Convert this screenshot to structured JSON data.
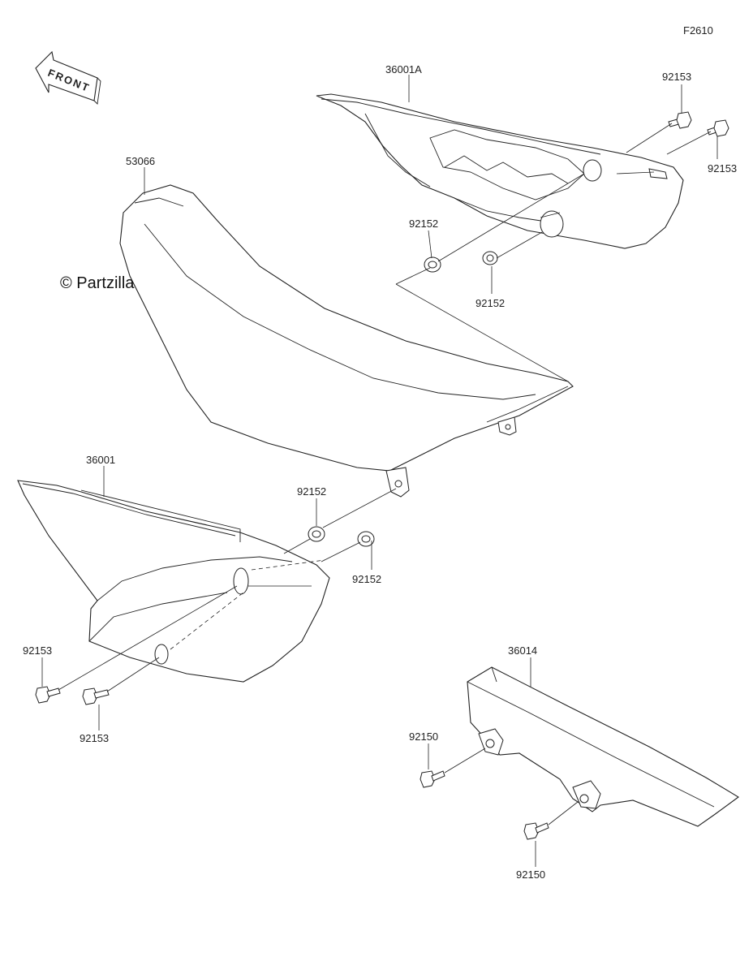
{
  "figure_code": "F2610",
  "front_arrow_label": "FRONT",
  "watermark": "© Partzilla.com",
  "callouts": {
    "c36001A": "36001A",
    "c92153_a": "92153",
    "c92153_b": "92153",
    "c53066": "53066",
    "c92152_a": "92152",
    "c92152_b": "92152",
    "c36001": "36001",
    "c92152_c": "92152",
    "c92152_d": "92152",
    "c92153_c": "92153",
    "c92153_d": "92153",
    "c36014": "36014",
    "c92150_a": "92150",
    "c92150_b": "92150"
  }
}
